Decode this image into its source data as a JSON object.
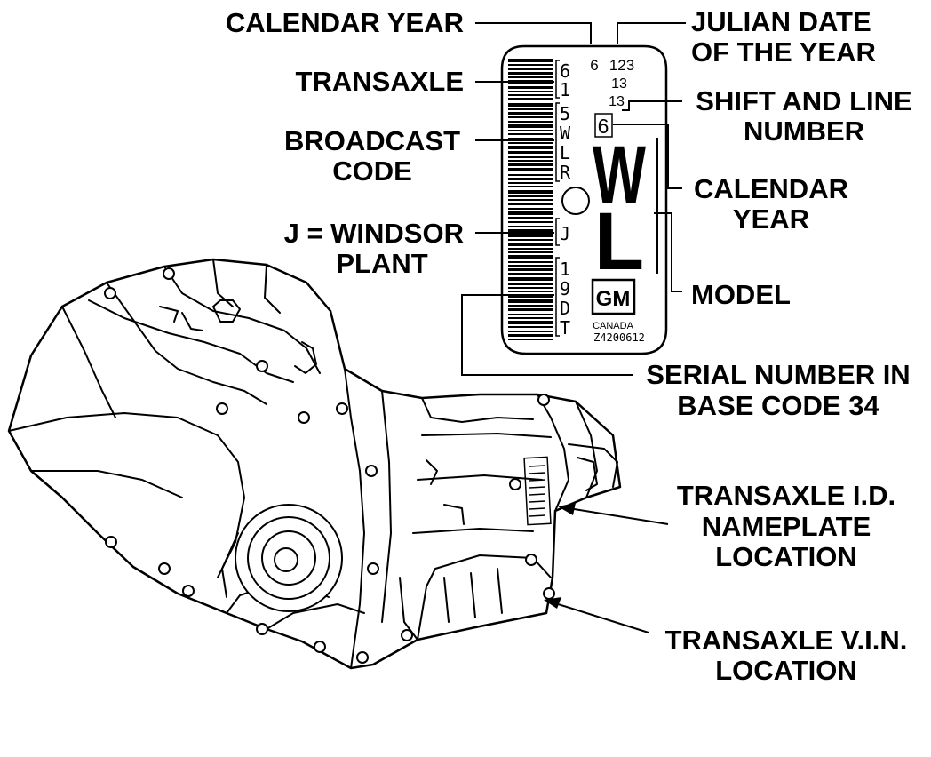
{
  "labels": {
    "calendar_year_top": "CALENDAR YEAR",
    "julian_line1": "JULIAN DATE",
    "julian_line2": "OF THE YEAR",
    "transaxle": "TRANSAXLE",
    "broadcast_line1": "BROADCAST",
    "broadcast_line2": "CODE",
    "shift_line1": "SHIFT AND LINE",
    "shift_line2": "NUMBER",
    "calendar_year_right_line1": "CALENDAR",
    "calendar_year_right_line2": "YEAR",
    "windsor_line1": "J = WINDSOR",
    "windsor_line2": "PLANT",
    "model": "MODEL",
    "serial_line1": "SERIAL NUMBER IN",
    "serial_line2": "BASE CODE 34",
    "nameplate_line1": "TRANSAXLE I.D.",
    "nameplate_line2": "NAMEPLATE",
    "nameplate_line3": "LOCATION",
    "vin_line1": "TRANSAXLE V.I.N.",
    "vin_line2": "LOCATION"
  },
  "tag": {
    "year_digit": "6",
    "julian_date": "123",
    "shift_number": "13",
    "line_number": "13",
    "calendar_year_digit": "6",
    "model_letter_1": "W",
    "model_letter_2": "L",
    "code_transaxle": [
      "6",
      "1"
    ],
    "code_broadcast": [
      "5",
      "W",
      "L",
      "R"
    ],
    "code_plant": "J",
    "code_serial": [
      "1",
      "9",
      "D",
      "T"
    ],
    "logo": "GM",
    "country": "CANADA",
    "part_number": "Z4200612"
  }
}
